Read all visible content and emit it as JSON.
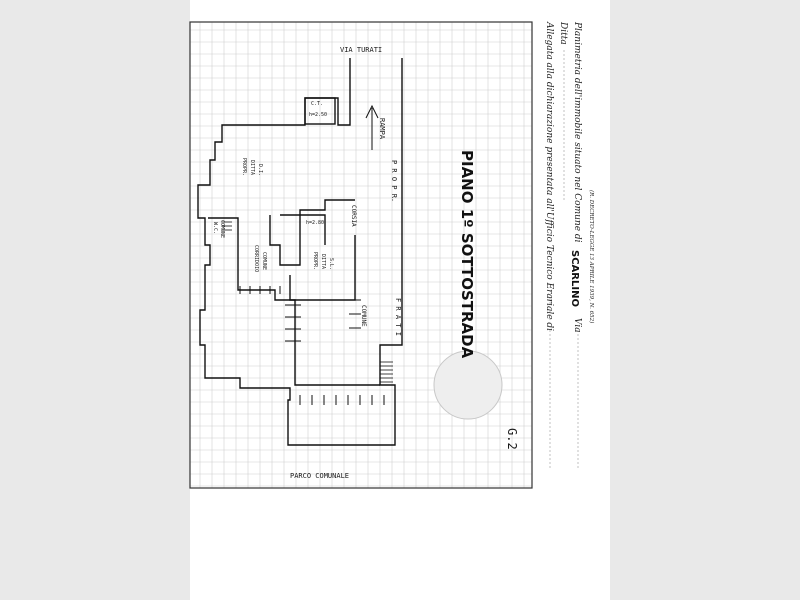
{
  "header": {
    "decree": "(R. DECRETO-LEGGE 13 APRILE 1939, N. 652)",
    "line1_prefix": "Planimetria dell'immobile situato nel Comune di",
    "line1_comune": "SCARLINO",
    "line1_via": "Via",
    "line2_ditta": "Ditta",
    "line3": "Allegata alla dichiarazione presentata all'Ufficio Tecnico Erariale di"
  },
  "plan": {
    "title": "PIANO 1º SOTTOSTRADA",
    "street_top": "VIA TURATI",
    "street_bottom": "PARCO COMUNALE",
    "rampa": "RAMPA",
    "prop_right": "P R O P R.",
    "prop_frati": "F R A T I",
    "corsia": "CORSIA",
    "comune": "COMUNE",
    "ct_label": "C.T.",
    "ct_h": "h=2.50",
    "h_label": "h=2.80",
    "proprieta_1": [
      "PROPR.",
      "DITTA",
      "D.I."
    ],
    "proprieta_2": [
      "PROPR.",
      "DITTA",
      "S.L."
    ],
    "corridoio": [
      "CORRIDOIO",
      "COMUNE"
    ],
    "wc": [
      "W.C.",
      "COMUNE"
    ],
    "sheet_number": "G.2"
  }
}
